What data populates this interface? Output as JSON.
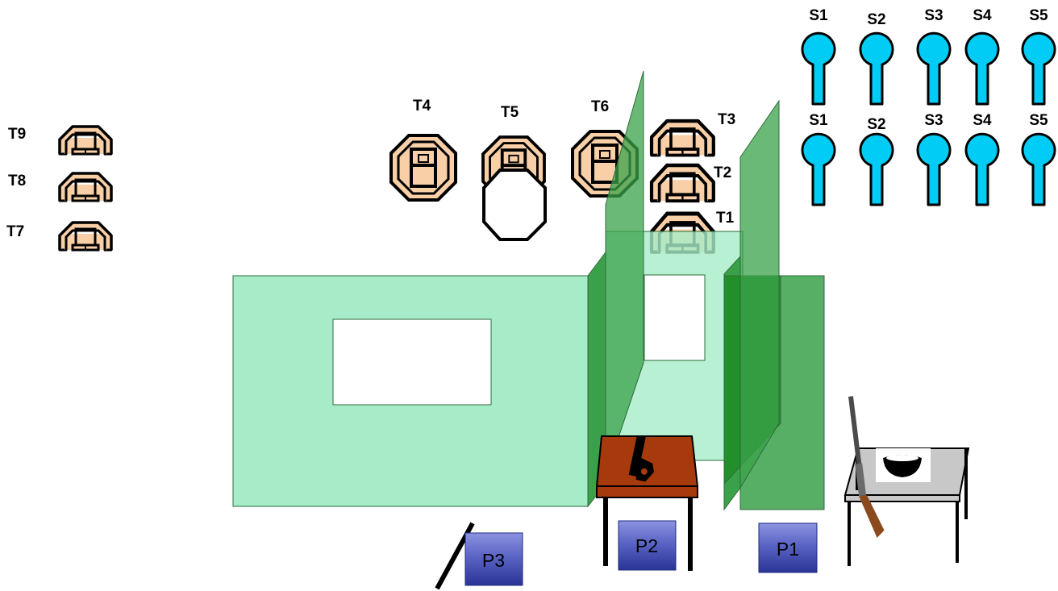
{
  "colors": {
    "wall_fill": "#a6ecc8",
    "wall_stroke": "#2e6b3a",
    "partition_fill": "#3aa14a",
    "partition_dark": "#1e8c24",
    "target_fill": "#f8cfa6",
    "steel_fill": "#00ccf5",
    "position_fill": "#4c57b8",
    "table_top": "#a63a0c",
    "side_table": "#c8c8c8"
  },
  "paper_targets": [
    {
      "id": "T1",
      "label": "T1"
    },
    {
      "id": "T2",
      "label": "T2"
    },
    {
      "id": "T3",
      "label": "T3"
    },
    {
      "id": "T7",
      "label": "T7"
    },
    {
      "id": "T8",
      "label": "T8"
    },
    {
      "id": "T9",
      "label": "T9"
    }
  ],
  "octagon_targets": [
    {
      "id": "T4",
      "label": "T4"
    },
    {
      "id": "T5",
      "label": "T5"
    },
    {
      "id": "T6",
      "label": "T6"
    }
  ],
  "steel_row_top": [
    "S1",
    "S2",
    "S3",
    "S4",
    "S5"
  ],
  "steel_row_bottom": [
    "S1",
    "S2",
    "S3",
    "S4",
    "S5"
  ],
  "positions": [
    "P1",
    "P2",
    "P3"
  ]
}
